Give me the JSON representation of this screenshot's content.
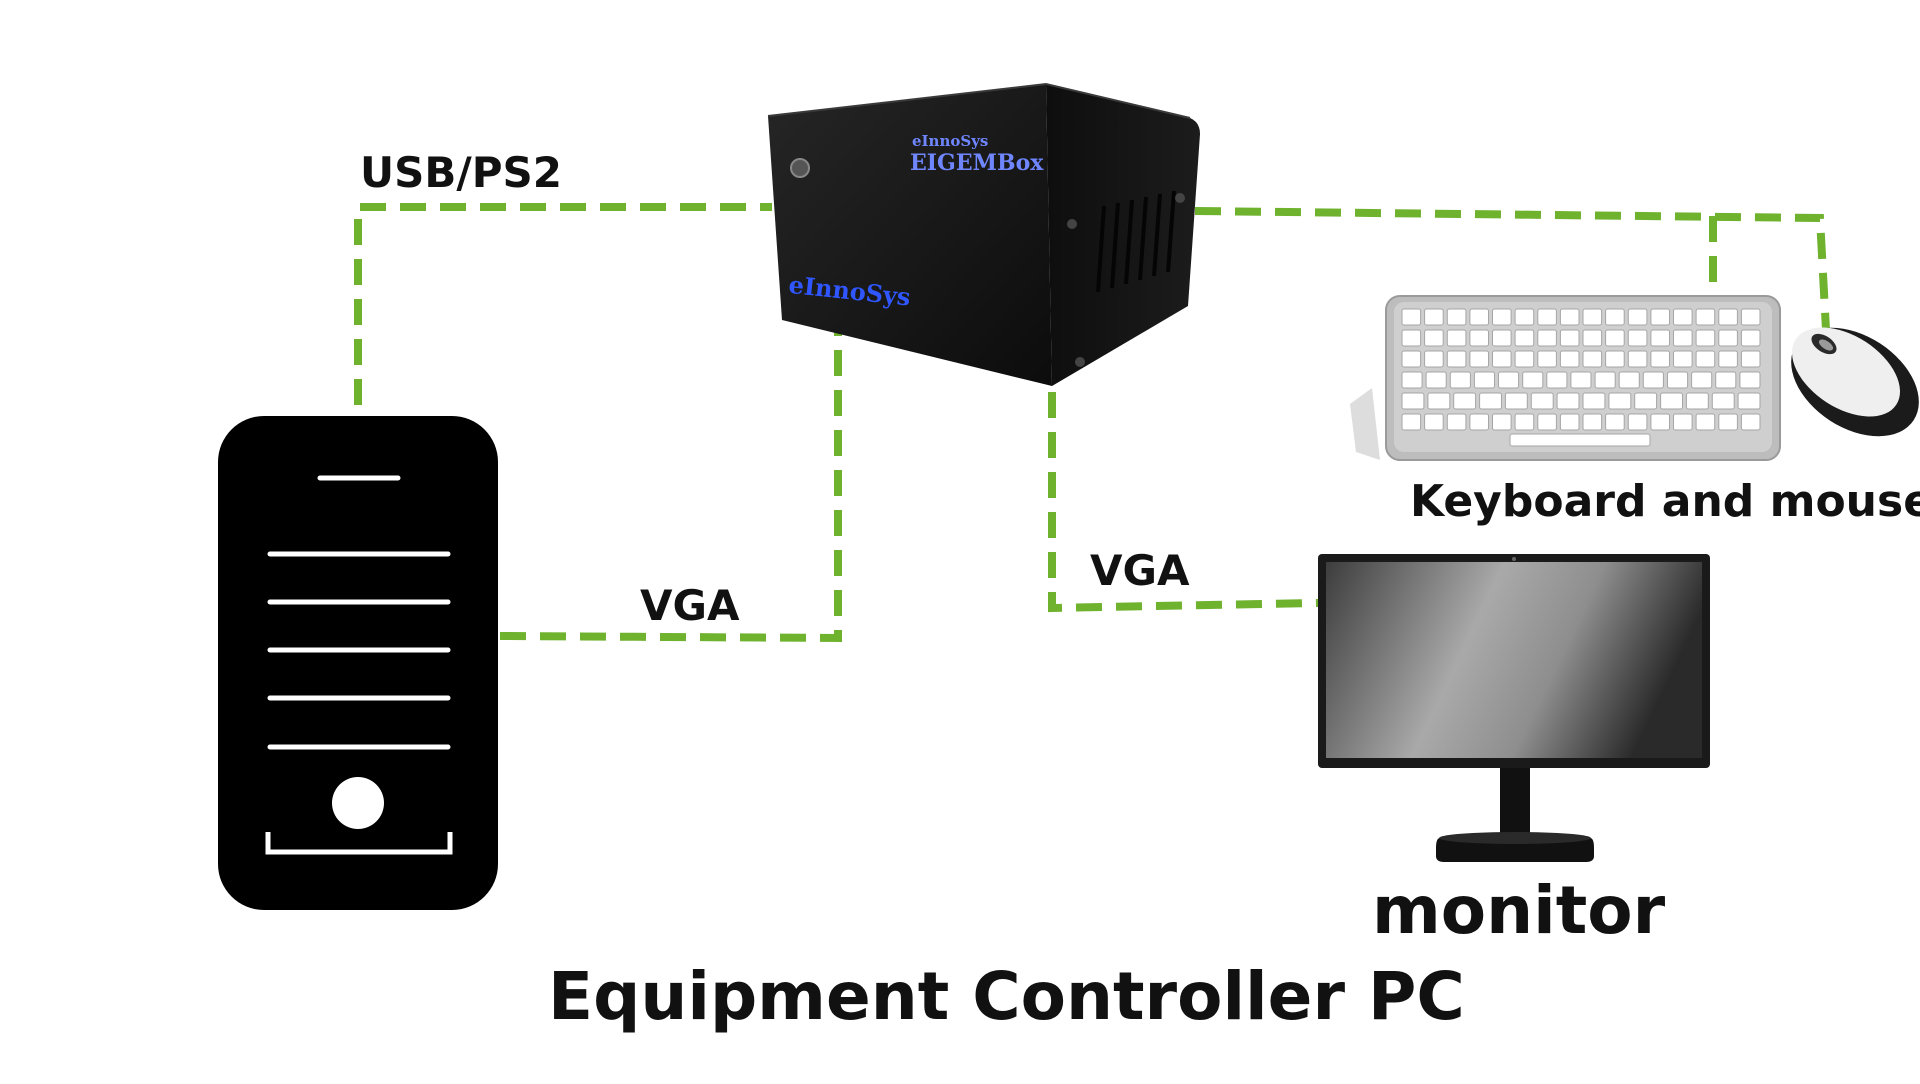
{
  "labels": {
    "usb_ps2": "USB/PS2",
    "vga_left": "VGA",
    "vga_right": "VGA",
    "keyboard_mouse": "Keyboard and mouse",
    "monitor": "monitor",
    "controller_pc": "Equipment Controller PC"
  },
  "device_box": {
    "brand_small": "eInnoSys",
    "product": "EIGEMBox",
    "front_logo": "eInnoSys"
  },
  "colors": {
    "cable": "#6fb22e",
    "device_body": "#151515",
    "pc_tower": "#000000",
    "brand_blue": "#3a5cff"
  },
  "icons": [
    "pc-tower-icon",
    "eigembox-device-icon",
    "keyboard-icon",
    "mouse-icon",
    "monitor-icon"
  ]
}
